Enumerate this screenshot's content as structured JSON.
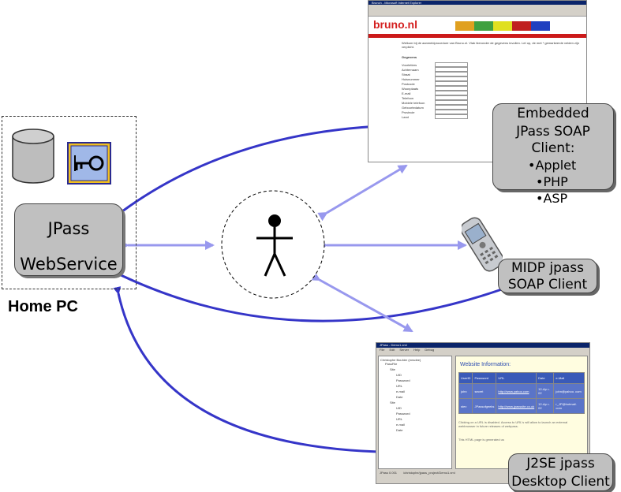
{
  "nodes": {
    "webservice": {
      "lines": [
        "JPass",
        "WebService"
      ]
    },
    "home_pc": "Home PC",
    "embedded_client": {
      "title_lines": [
        "Embedded",
        "JPass SOAP Client:"
      ],
      "items": [
        "•Applet",
        "•PHP",
        "•ASP"
      ]
    },
    "midp_client": {
      "lines": [
        "MIDP jpass",
        "SOAP Client"
      ]
    },
    "j2se_client": {
      "lines": [
        "J2SE jpass",
        "Desktop Client"
      ]
    }
  },
  "icons": {
    "database": "database-cylinder-icon",
    "key": "key-icon",
    "user": "stick-figure-icon",
    "phone": "mobile-phone-icon"
  },
  "web_screenshot": {
    "window_title": "Brunch - Microsoft Internet Explorer",
    "logo": "bruno.nl",
    "welcome": "Welkom bij de aanmeldprocedure van Bruno.nl. Vlak hieronder de gegevens invullen. Let op, de met * gemarkeerde velden zijn verplicht.",
    "section": "Gegevens",
    "fields": [
      "Voorletters",
      "Achternaam",
      "Straat",
      "Huisnummer",
      "Postcode",
      "Woonplaats",
      "E-mail",
      "Telefoon",
      "Mobiele telefoon",
      "Geboortedatum",
      "Provincie",
      "Land"
    ]
  },
  "desktop_screenshot": {
    "window_title": "JPass - Demo1.xml",
    "menu": [
      "File",
      "Edit",
      "Server",
      "Help",
      "Debug"
    ],
    "tree_root": "Christophe Bouhier (mrsdee)",
    "tree_items": [
      "PassFile",
      "Site",
      "UID",
      "Password",
      "URL",
      "e-mail",
      "Date",
      "Site",
      "UID",
      "Password",
      "URL",
      "e-mail",
      "Date"
    ],
    "panel_title": "Website Information:",
    "columns": [
      "UserID",
      "Password",
      "URL",
      "Date",
      "e-Mail"
    ],
    "rows": [
      [
        "john",
        "secret",
        "http://www.yahoo.com",
        "12-Ap r-02",
        "john@yahoo. com"
      ],
      [
        "stev",
        "JPassofgeeks",
        "http://www.jpasssite.co.uk",
        "12-Ap r-02",
        "r_JP@hotmail. com"
      ]
    ],
    "note": "Clicking on a URL is disabled. Access to URL's will allow to launch an external webbrowser in future releases of webpass.",
    "footer_note": "This HTML page is generated us",
    "status": [
      "JPass 0.001",
      "/christophe/jpass_project/Demo1.xml"
    ]
  },
  "colors": {
    "strong_arrow": "#3535c8",
    "light_arrow": "#9898ee",
    "box_fill": "#c0c0c0"
  }
}
